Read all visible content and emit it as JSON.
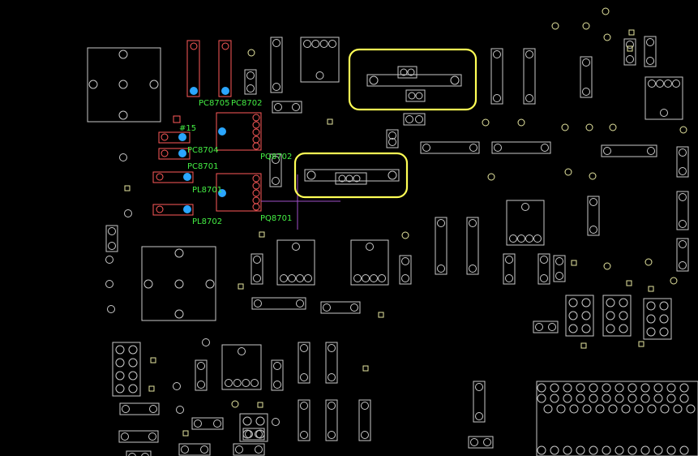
{
  "colors": {
    "background": "#000000",
    "outline": "#c8c8c8",
    "selected_outline": "#ff5a5a",
    "highlight": "#ffff55",
    "label": "#44ee44",
    "marker_dot": "#2aa6ff",
    "trace": "#a050c8",
    "via": "#e6e6a0"
  },
  "labels": {
    "pc8705": "PC8705",
    "pc8702": "PC8702",
    "n15": "#15",
    "pc8704": "PC8704",
    "pc8701": "PC8701",
    "pl8701": "PL8701",
    "pl8702": "PL8702",
    "pq8702": "PQ8702",
    "pq8701": "PQ8701"
  }
}
